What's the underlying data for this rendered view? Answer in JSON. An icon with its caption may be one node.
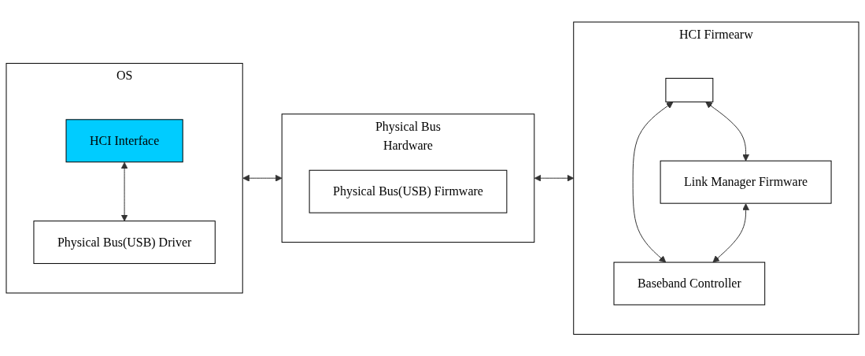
{
  "diagram": {
    "nodes": [
      {
        "text": [
          "OS"
        ]
      },
      {
        "text": [
          "HCI Interface"
        ],
        "in": 0
      },
      {
        "text": [
          "Physical Bus(USB) Driver"
        ],
        "in": 0
      },
      {
        "text": [
          "Physical Bus",
          "Hardware"
        ]
      },
      {
        "text": [
          "Physical Bus(USB) Firmware"
        ],
        "in": 3
      },
      {
        "text": [
          "HCI Firmearw"
        ]
      },
      {
        "text": [],
        "shape": "box",
        "in": 5
      },
      {
        "text": [
          "Link Manager Firmware"
        ],
        "in": 5
      },
      {
        "text": [
          "Baseband Controller"
        ],
        "in": 5
      }
    ],
    "edges": [
      {
        "from": 1,
        "to": 2,
        "arrow": "both"
      },
      {
        "from": 0,
        "to": 3,
        "arrow": "both"
      },
      {
        "from": 3,
        "to": 5,
        "arrow": "both"
      },
      {
        "from": 6,
        "to": 7,
        "arrow": "both"
      },
      {
        "from": 6,
        "to": 8,
        "arrow": "both"
      },
      {
        "from": 7,
        "to": 8,
        "arrow": "both"
      }
    ]
  }
}
